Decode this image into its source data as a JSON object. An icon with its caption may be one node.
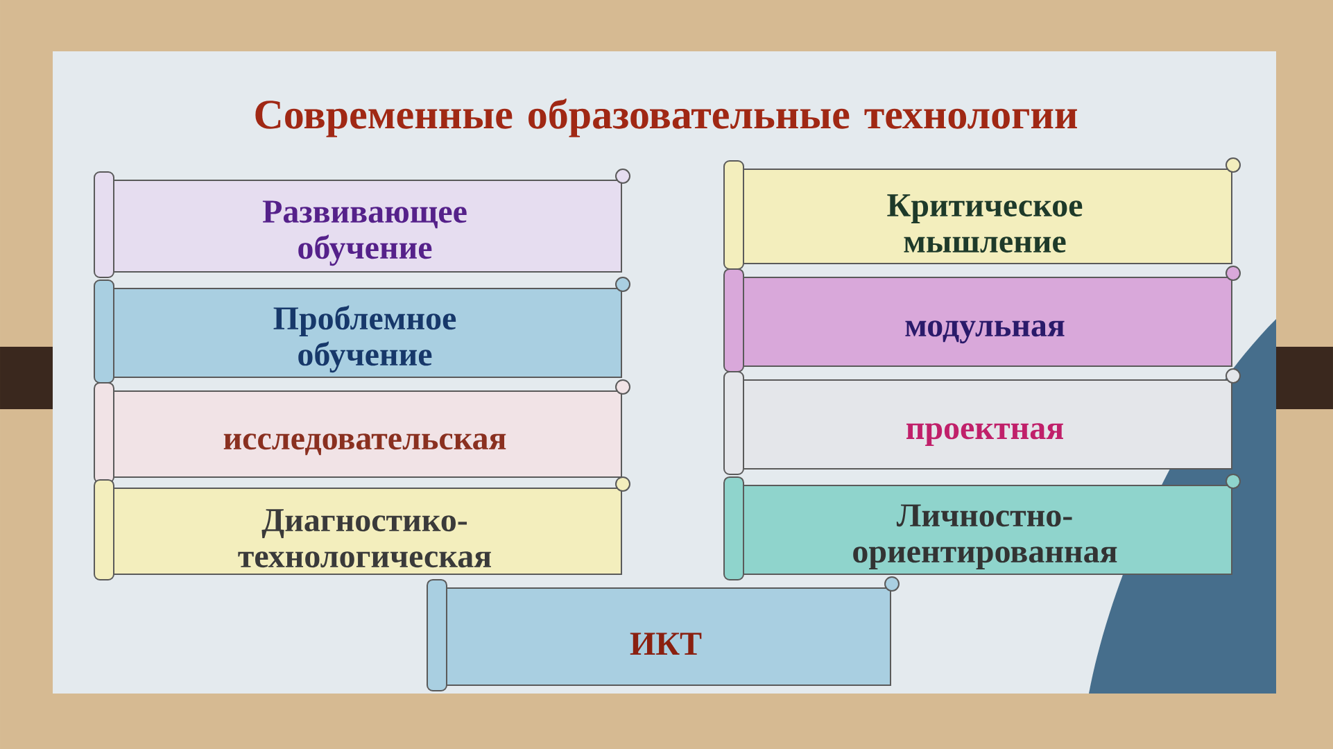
{
  "diagram": {
    "title": "Современные образовательные технологии",
    "nodes": [
      {
        "text": [
          "Развивающее обучение"
        ]
      },
      {
        "text": [
          "Проблемное обучение"
        ]
      },
      {
        "text": [
          "исследовательская"
        ]
      },
      {
        "text": [
          "Диагностико-технологическая"
        ]
      },
      {
        "text": [
          "Критическое мышление"
        ]
      },
      {
        "text": [
          "модульная"
        ]
      },
      {
        "text": [
          "проектная"
        ]
      },
      {
        "text": [
          "Личностно-ориентированная"
        ]
      },
      {
        "text": [
          "ИКТ"
        ]
      }
    ]
  }
}
